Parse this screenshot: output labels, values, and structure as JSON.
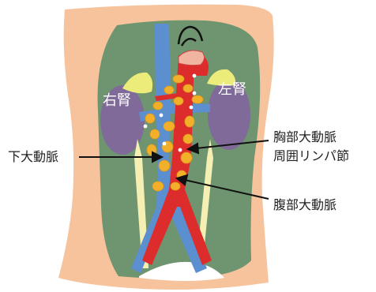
{
  "diagram": {
    "labels": {
      "right_kidney": "右腎",
      "left_kidney": "左腎",
      "ivc": "下大動脈",
      "thoracic_aorta_line1": "胸部大動脈",
      "thoracic_aorta_line2": "周囲リンパ節",
      "abdominal_aorta": "腹部大動脈"
    },
    "colors": {
      "skin": "#f7c39c",
      "cavity": "#6f9570",
      "kidney": "#7f6a9a",
      "adrenal": "#ecec7a",
      "vein": "#5b8fcf",
      "artery": "#dd2c2c",
      "lymph_node": "#f2b02a",
      "ureter": "#f6efb3",
      "bladder": "#ffffff"
    }
  }
}
